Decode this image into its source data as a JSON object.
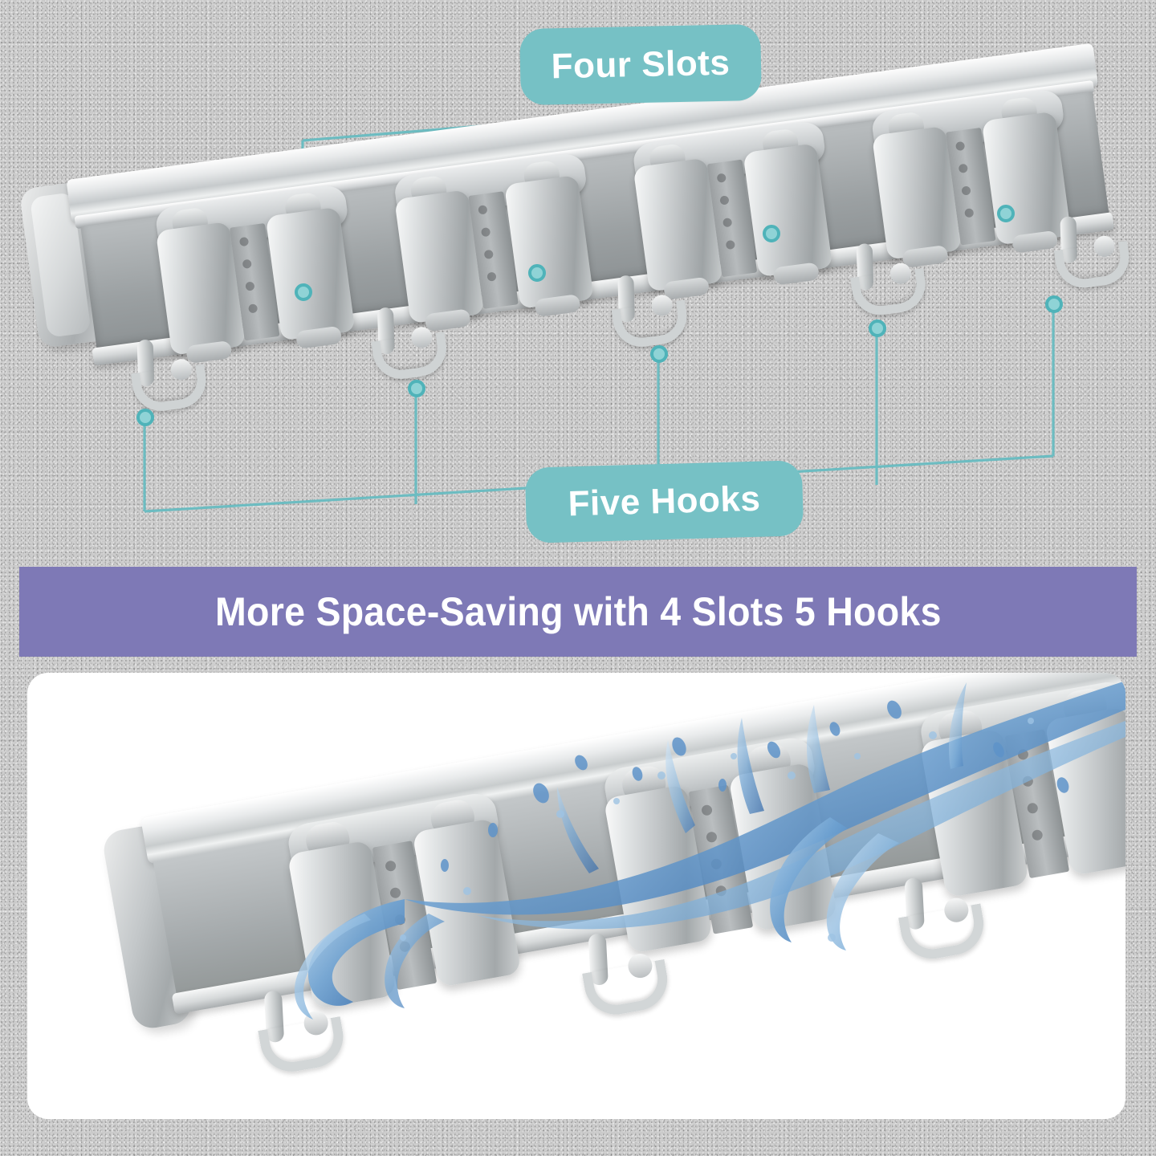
{
  "colors": {
    "background_gray": "#d0d0d0",
    "badge_teal": "#76c1c5",
    "callout_line_teal": "#6cbcc1",
    "banner_purple": "#7e79b6",
    "banner_text": "#ffffff",
    "card_white": "#ffffff",
    "water_blue": "#4a86c4",
    "metal_silver": "#c8cccd"
  },
  "hero": {
    "badges": [
      {
        "id": "four-slots",
        "label": "Four Slots",
        "callout_count": 4
      },
      {
        "id": "five-hooks",
        "label": "Five Hooks",
        "callout_count": 5
      }
    ],
    "product": {
      "name": "wall-mounted-mop-broom-holder-rail",
      "slot_count": 4,
      "hook_count": 5
    }
  },
  "banner": {
    "headline": "More Space-Saving with 4 Slots 5 Hooks"
  },
  "bottom": {
    "scene": "water-splash-over-rail",
    "product": {
      "name": "wall-mounted-mop-broom-holder-rail-closeup",
      "slot_count": 3,
      "hook_count": 3
    }
  },
  "icons": {
    "callout_dot": "callout-dot-icon",
    "water_splash": "water-splash-icon"
  }
}
